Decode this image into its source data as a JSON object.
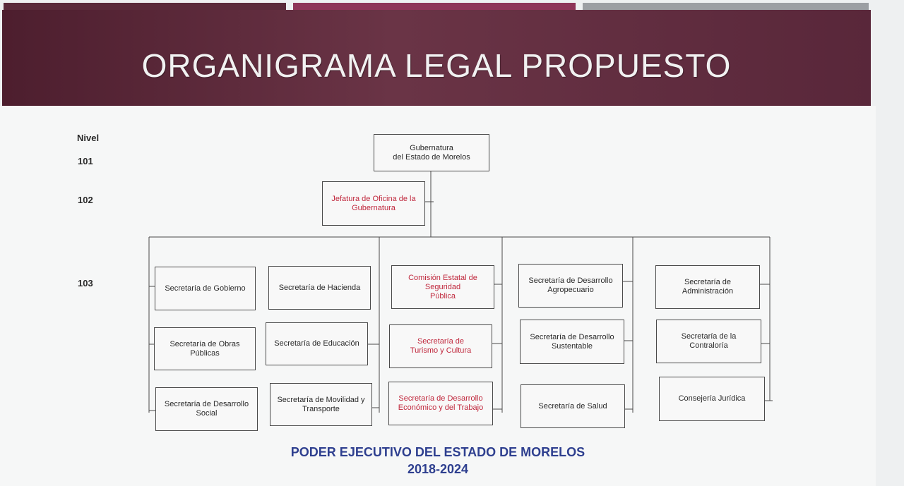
{
  "title": "ORGANIGRAMA LEGAL PROPUESTO",
  "levels": {
    "header": "Nivel",
    "l101": "101",
    "l102": "102",
    "l103": "103"
  },
  "nodes": {
    "gubernatura": "Gubernatura\ndel Estado de Morelos",
    "jefatura": "Jefatura de Oficina de la\nGubernatura",
    "gobierno": "Secretaría de Gobierno",
    "hacienda": "Secretaría de Hacienda",
    "obras": "Secretaría de Obras\nPúblicas",
    "educacion": "Secretaría de Educación",
    "des_social": "Secretaría de Desarrollo\nSocial",
    "movilidad": "Secretaría de Movilidad y\nTransporte",
    "seguridad": "Comisión Estatal de\nSeguridad\nPública",
    "turismo": "Secretaría de\nTurismo y Cultura",
    "des_economico": "Secretaría de Desarrollo\nEconómico y del Trabajo",
    "agropecuario": "Secretaría de Desarrollo\nAgropecuario",
    "sustentable": "Secretaría de Desarrollo\nSustentable",
    "salud": "Secretaría de Salud",
    "administracion": "Secretaría de\nAdministración",
    "contraloria": "Secretaría de la\nContraloría",
    "juridica": "Consejería Jurídica"
  },
  "footer": {
    "line1": "PODER EJECUTIVO DEL ESTADO DE MORELOS",
    "line2": "2018-2024"
  },
  "colors": {
    "banner": "#5a2a3a",
    "highlight_text": "#c0283d",
    "footer_text": "#2e3f8f"
  }
}
